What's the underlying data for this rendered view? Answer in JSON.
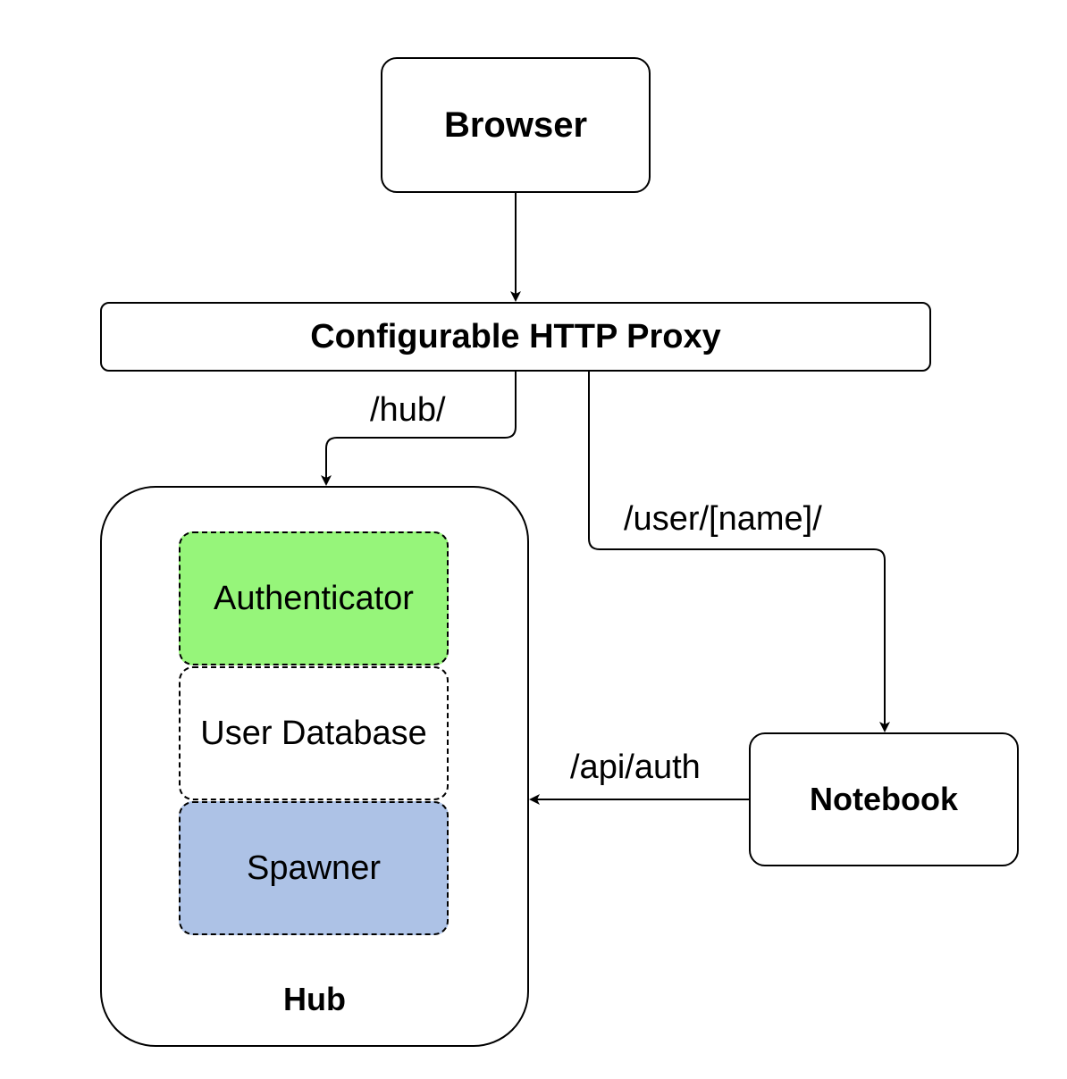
{
  "diagram": {
    "nodes": {
      "browser": "Browser",
      "proxy": "Configurable HTTP Proxy",
      "hub": "Hub",
      "authenticator": "Authenticator",
      "user_database": "User Database",
      "spawner": "Spawner",
      "notebook": "Notebook"
    },
    "edges": {
      "proxy_to_hub": "/hub/",
      "proxy_to_notebook": "/user/[name]/",
      "notebook_to_hub": "/api/auth"
    },
    "colors": {
      "authenticator_fill": "#96f57a",
      "spawner_fill": "#adc2e6",
      "stroke": "#000000"
    }
  }
}
